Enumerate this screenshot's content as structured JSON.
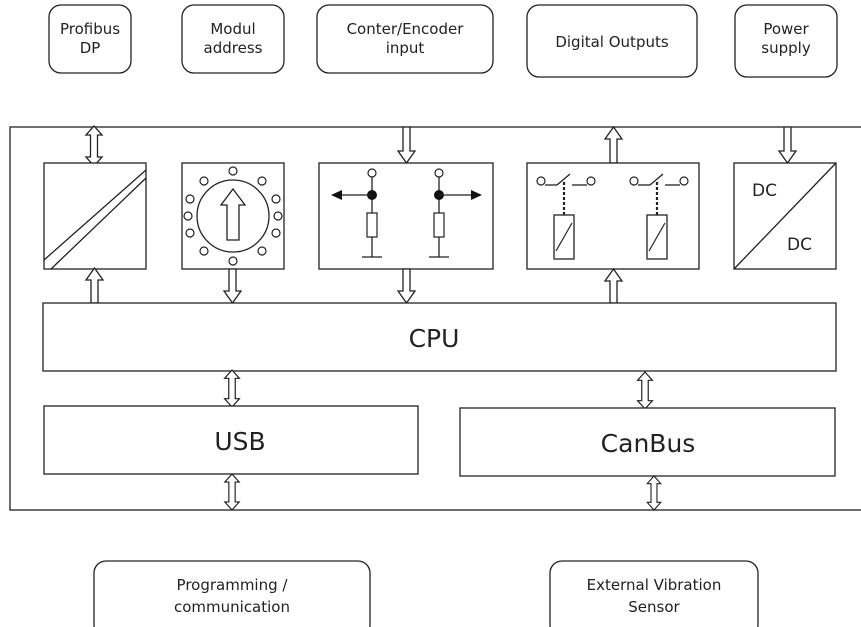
{
  "top_labels": {
    "profibus": [
      "Profibus",
      "DP"
    ],
    "modul": [
      "Modul",
      "address"
    ],
    "encoder": [
      "Conter/Encoder",
      "input"
    ],
    "digital": [
      "Digital Outputs"
    ],
    "power": [
      "Power",
      "supply"
    ]
  },
  "blocks": {
    "cpu": "CPU",
    "usb": "USB",
    "canbus": "CanBus"
  },
  "dcdc": {
    "top": "DC",
    "bottom": "DC"
  },
  "bottom_labels": {
    "programming": [
      "Programming /",
      "communication"
    ],
    "sensor": [
      "External Vibration",
      "Sensor"
    ]
  },
  "colors": {
    "stroke": "#222222",
    "background": "#ffffff"
  }
}
